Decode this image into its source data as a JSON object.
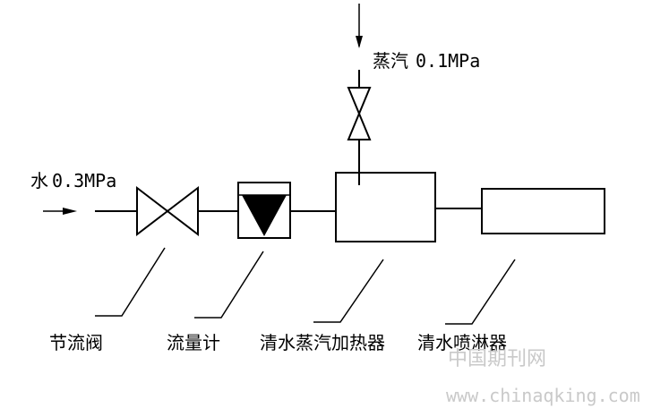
{
  "inputs": {
    "steam": {
      "name": "蒸汽",
      "pressure": "0.1MPa"
    },
    "water": {
      "name": "水",
      "pressure": "0.3MPa"
    }
  },
  "components": [
    {
      "id": "throttle-valve",
      "label": "节流阀"
    },
    {
      "id": "flow-meter",
      "label": "流量计"
    },
    {
      "id": "heater",
      "label": "清水蒸汽加热器"
    },
    {
      "id": "sprayer",
      "label": "清水喷淋器"
    }
  ],
  "watermark": {
    "cn": "中国期刊网",
    "url": "www.chinaqking.com"
  }
}
